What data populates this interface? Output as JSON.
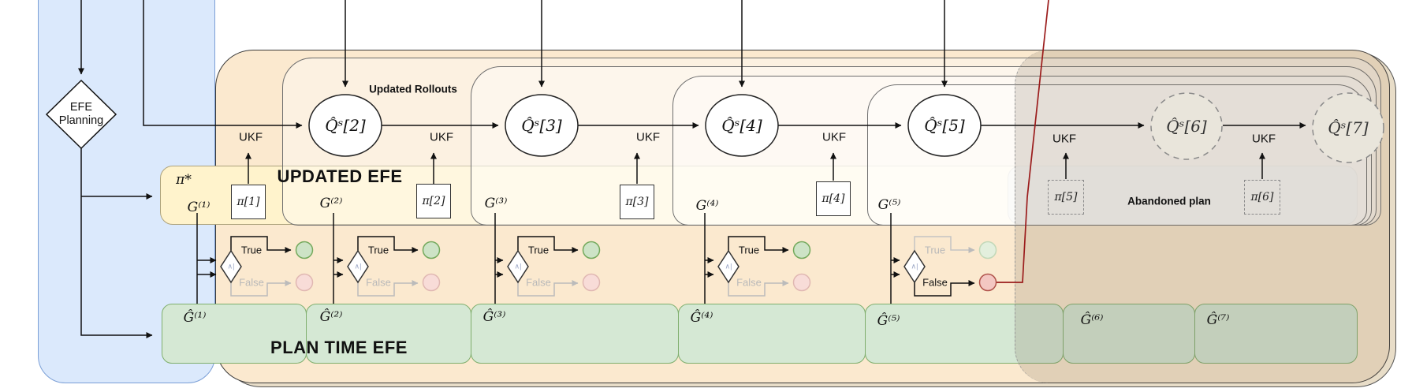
{
  "diagram": {
    "planner": {
      "line1": "EFE",
      "line2": "Planning"
    },
    "rollouts": {
      "title": "Updated Rollouts",
      "ukf": "UKF",
      "states": [
        "Q̂ˢ[2]",
        "Q̂ˢ[3]",
        "Q̂ˢ[4]",
        "Q̂ˢ[5]",
        "Q̂ˢ[6]",
        "Q̂ˢ[7]"
      ],
      "policies": [
        "π[1]",
        "π[2]",
        "π[3]",
        "π[4]",
        "π[5]",
        "π[6]"
      ]
    },
    "updated_efe": {
      "title": "UPDATED EFE",
      "pi_star": "π*",
      "efe_values": [
        "G⁽¹⁾",
        "G⁽²⁾",
        "G⁽³⁾",
        "G⁽⁴⁾",
        "G⁽⁵⁾"
      ]
    },
    "comparators": {
      "symbol": "∧|",
      "true_label": "True",
      "false_label": "False"
    },
    "plan_time_efe": {
      "title": "PLAN TIME EFE",
      "efe_values": [
        "Ĝ⁽¹⁾",
        "Ĝ⁽²⁾",
        "Ĝ⁽³⁾",
        "Ĝ⁽⁴⁾",
        "Ĝ⁽⁵⁾",
        "Ĝ⁽⁶⁾",
        "Ĝ⁽⁷⁾"
      ]
    },
    "abandoned": {
      "label": "Abandoned plan"
    },
    "colors": {
      "container_fill": "#fbe9cf",
      "blue_panel_fill": "#dbe9fc",
      "yellow_band_fill": "#fff3cc",
      "green_cell_fill": "#d5e8d4",
      "green_cell_border": "#7fae6d",
      "abandoned_tint": "rgba(125,112,88,0.20)",
      "alarm_red": "#9b1c1c",
      "success_green": "#74a95c",
      "fail_red": "#b0524a"
    }
  }
}
